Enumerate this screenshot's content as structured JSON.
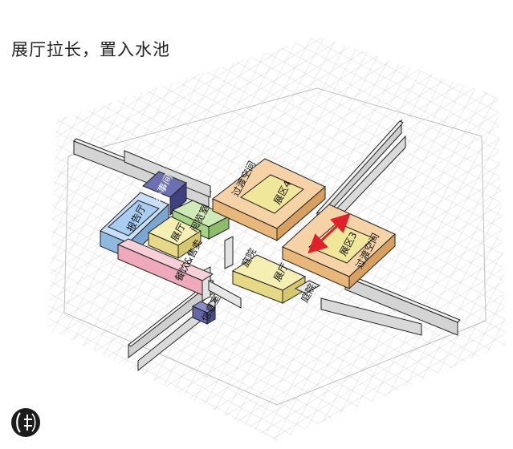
{
  "caption": "展厅拉长，置入水池",
  "rooms": {
    "report_hall": "报告厅",
    "office": "办事间",
    "hall_small": "展厅",
    "reading_room": "阅览室",
    "catering": "餐饮&售卖",
    "info_room": "信息室",
    "hall_main": "展厅",
    "zone4": "展区4",
    "zone3": "展区3",
    "transition_a": "过渡空间",
    "transition_b": "过渡空间",
    "courtyard_a": "庭院",
    "courtyard_b": "庭院"
  },
  "colors": {
    "blue": "#a9cdf0",
    "purple": "#55579a",
    "yellow": "#f1e79a",
    "green": "#bfe3a3",
    "pink": "#f2b9c6",
    "orange": "#f6d3a6",
    "wall": "#d9d9d9",
    "red_arrow": "#e0202a"
  }
}
